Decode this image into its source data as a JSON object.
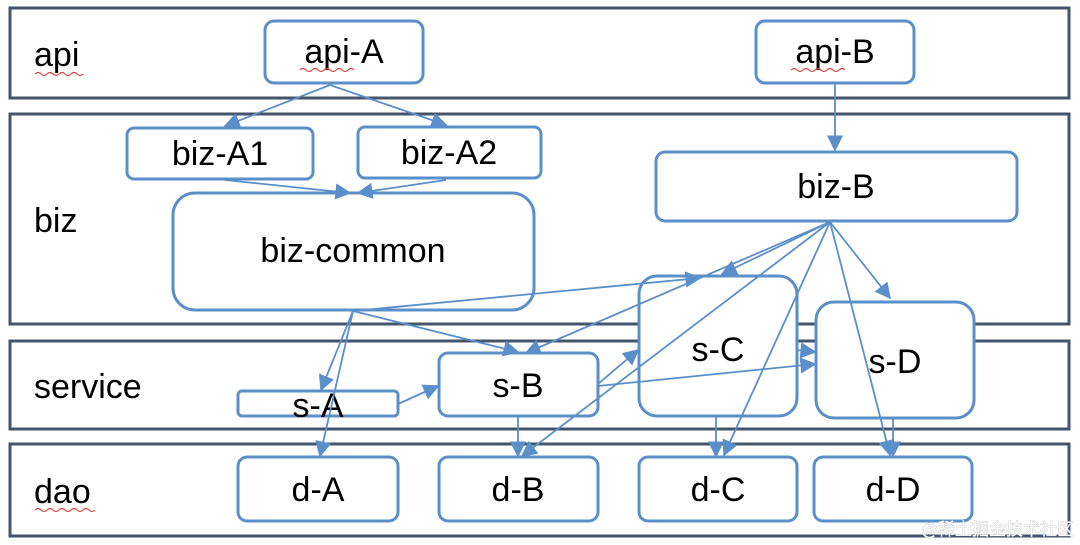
{
  "layers": {
    "api": "api",
    "biz": "biz",
    "service": "service",
    "dao": "dao"
  },
  "nodes": {
    "api_a": "api-A",
    "api_b": "api-B",
    "biz_a1": "biz-A1",
    "biz_a2": "biz-A2",
    "biz_b": "biz-B",
    "biz_common": "biz-common",
    "s_a": "s-A",
    "s_b": "s-B",
    "s_c": "s-C",
    "s_d": "s-D",
    "d_a": "d-A",
    "d_b": "d-B",
    "d_c": "d-C",
    "d_d": "d-D"
  },
  "edges": [
    [
      "api_a",
      "biz_a1"
    ],
    [
      "api_a",
      "biz_a2"
    ],
    [
      "biz_a1",
      "biz_common"
    ],
    [
      "biz_a2",
      "biz_common"
    ],
    [
      "api_b",
      "biz_b"
    ],
    [
      "biz_b",
      "s_c"
    ],
    [
      "biz_b",
      "s_d"
    ],
    [
      "biz_b",
      "s_b"
    ],
    [
      "biz_b",
      "d_b"
    ],
    [
      "biz_b",
      "d_c"
    ],
    [
      "biz_b",
      "d_d"
    ],
    [
      "biz_common",
      "s_a"
    ],
    [
      "biz_common",
      "s_b"
    ],
    [
      "biz_common",
      "s_c"
    ],
    [
      "biz_common",
      "d_a"
    ],
    [
      "s_a",
      "s_b"
    ],
    [
      "s_b",
      "s_c"
    ],
    [
      "s_b",
      "s_d"
    ],
    [
      "s_b",
      "d_b"
    ],
    [
      "s_c",
      "s_d"
    ],
    [
      "s_c",
      "d_c"
    ],
    [
      "s_d",
      "d_d"
    ]
  ],
  "watermark": "@稀土掘金技术社区",
  "colors": {
    "node_stroke": "#5b8fc9",
    "layer_stroke": "#44546a",
    "arrow": "#5b8fc9"
  }
}
